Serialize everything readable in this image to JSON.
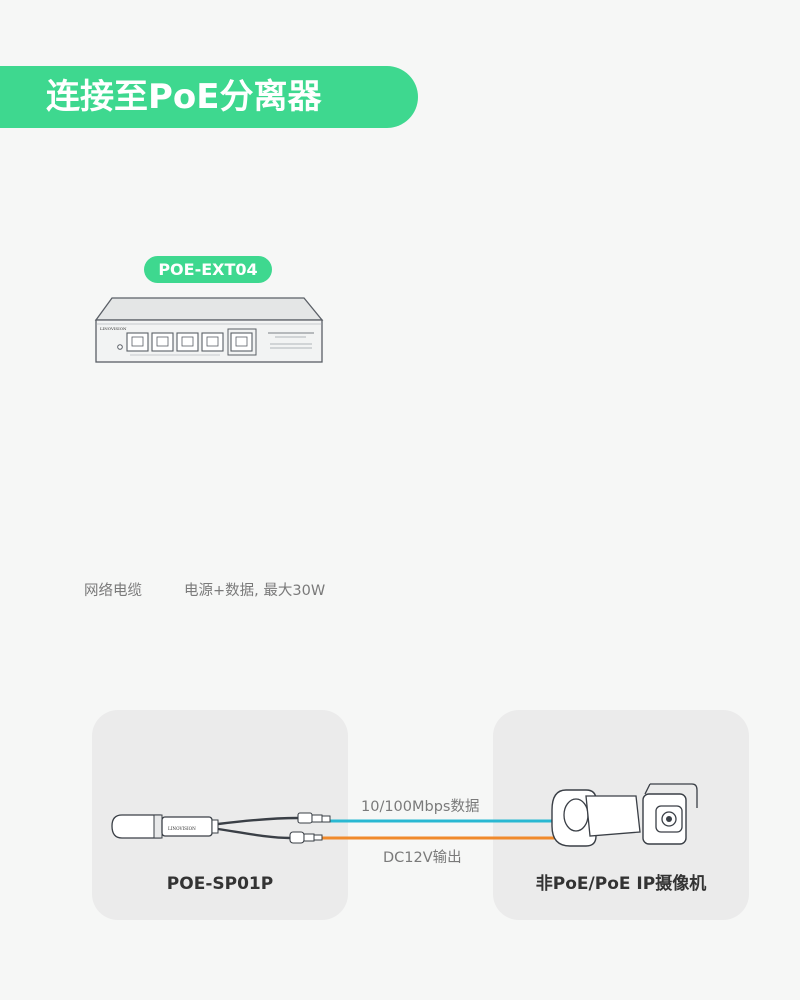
{
  "header": {
    "title": "连接至PoE分离器"
  },
  "switch": {
    "model": "POE-EXT04"
  },
  "cable": {
    "left_label": "网络电缆",
    "right_label": "电源+数据, 最大30W"
  },
  "splitter": {
    "model": "POE-SP01P"
  },
  "camera": {
    "name": "非PoE/PoE IP摄像机"
  },
  "outputs": {
    "data_label": "10/100Mbps数据",
    "power_label": "DC12V输出"
  },
  "colors": {
    "accent": "#3ed88f",
    "data_line": "#29b8d2",
    "power_line": "#f08a2b",
    "card_bg": "#ebebeb",
    "page_bg": "#f6f7f6"
  }
}
